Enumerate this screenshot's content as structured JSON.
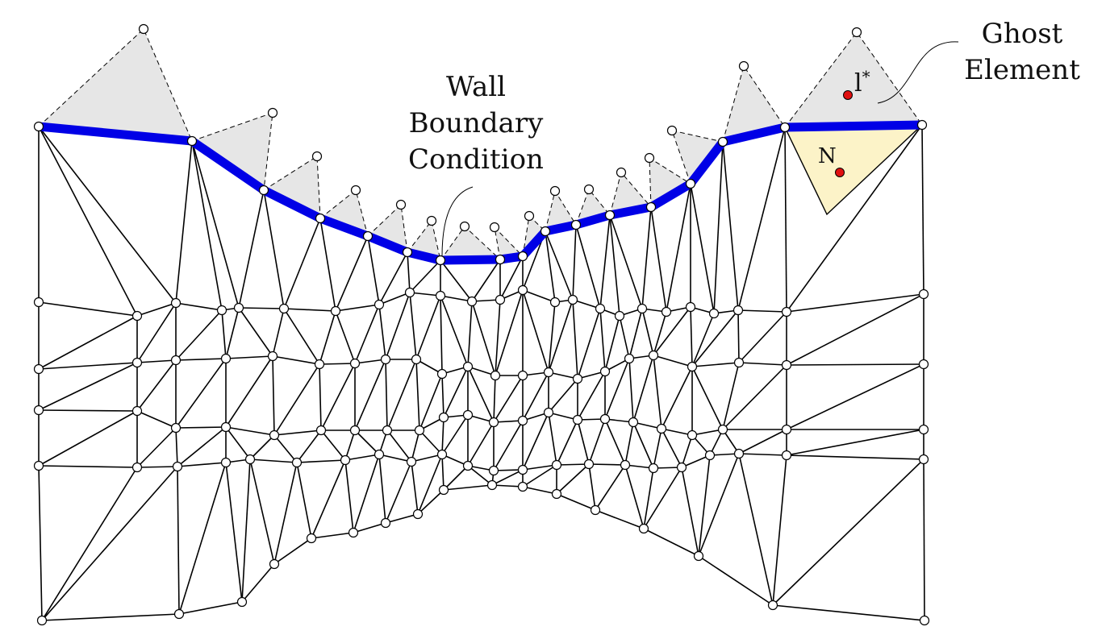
{
  "labels": {
    "wall_line1": "Wall",
    "wall_line2": "Boundary",
    "wall_line3": "Condition",
    "ghost_line1": "Ghost",
    "ghost_line2": "Element",
    "ghost_point": "l",
    "ghost_point_sup": "*",
    "interior_point": "N"
  },
  "colors": {
    "wall_boundary": "#0000e6",
    "ghost_fill": "#e6e6e6",
    "boundary_element_fill": "#fcf3c8",
    "point_marker": "#e01010",
    "mesh_line": "#000000"
  }
}
